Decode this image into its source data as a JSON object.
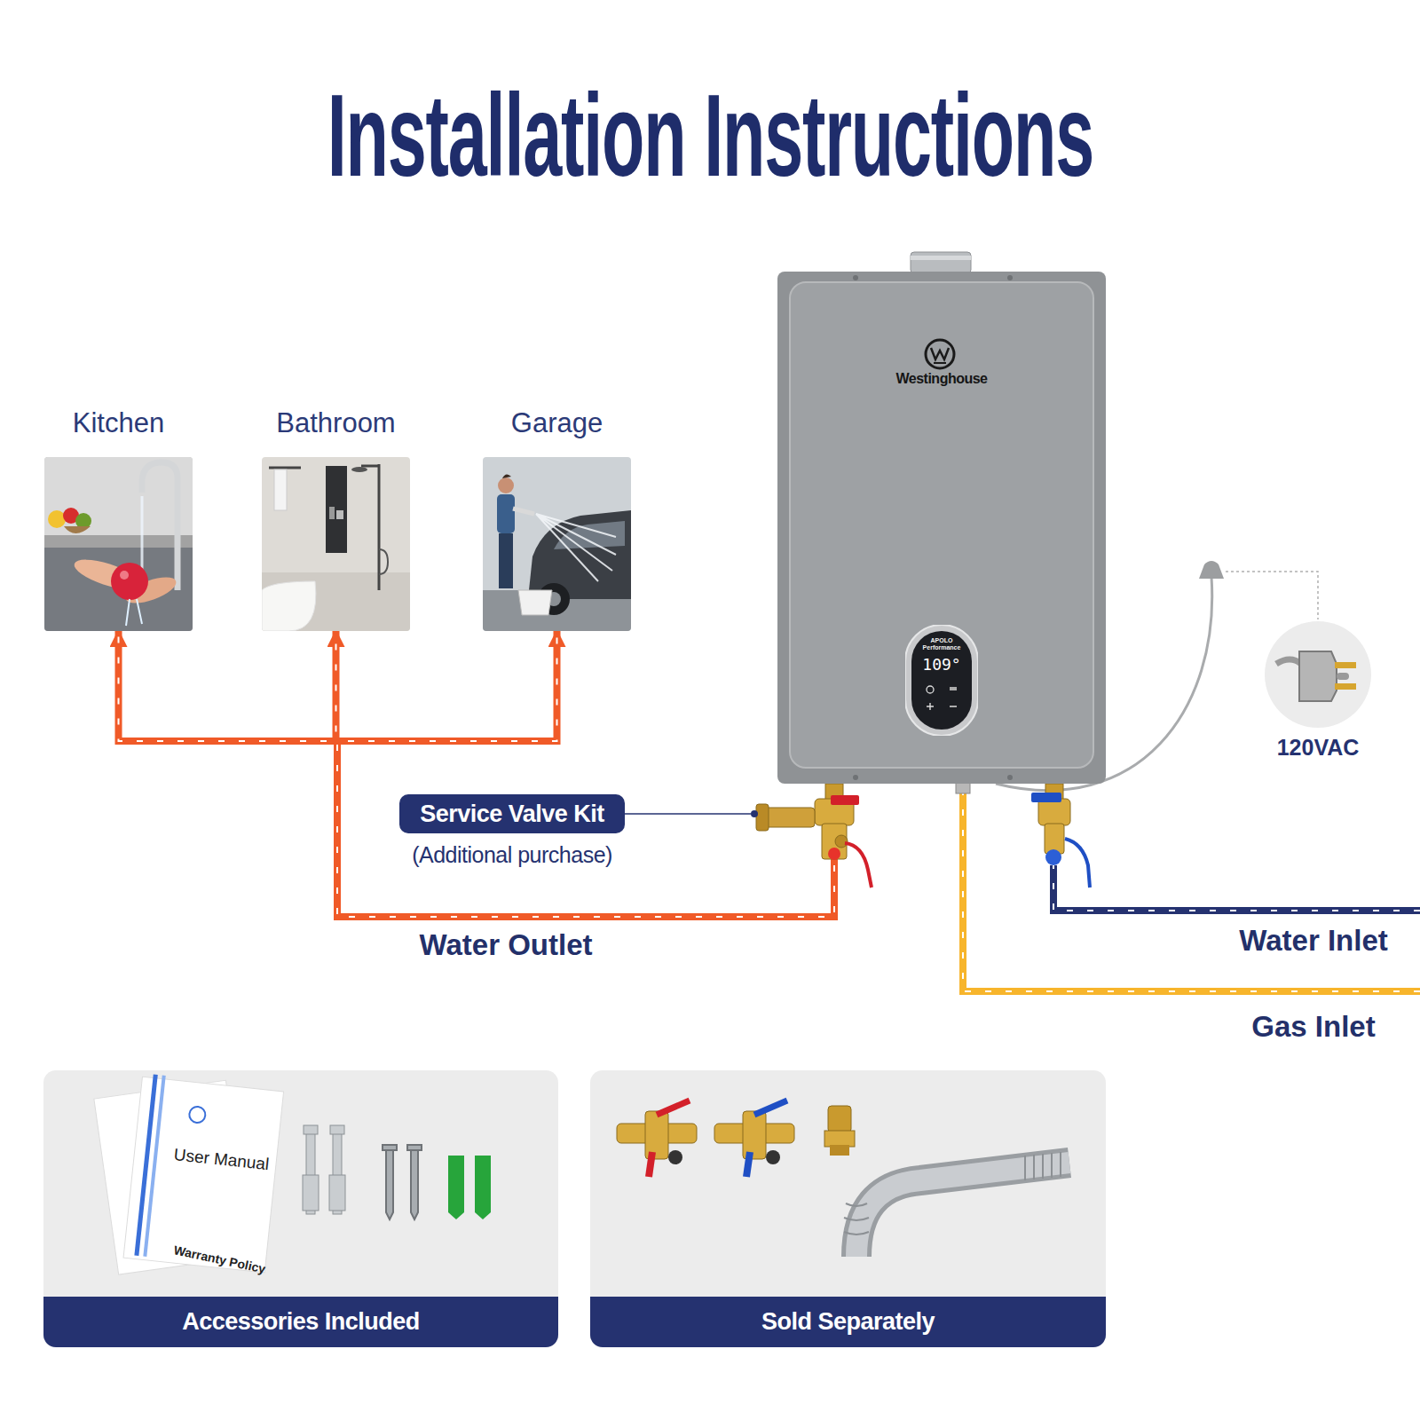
{
  "diagram": {
    "title": "Installation Instructions",
    "nodes": [
      {
        "text": [
          "Kitchen"
        ]
      },
      {
        "text": [
          "Bathroom"
        ]
      },
      {
        "text": [
          "Garage"
        ]
      },
      {
        "text": [
          "Westinghouse"
        ]
      },
      {
        "text": [
          "APOLO Performance",
          "109°"
        ],
        "in": 3
      },
      {
        "text": [
          "Service Valve Kit",
          "(Additional purchase)"
        ]
      },
      {
        "text": [
          "120VAC"
        ]
      },
      {
        "text": [
          "Accessories Included"
        ]
      },
      {
        "text": [
          "Sold Separately"
        ]
      }
    ],
    "edges": [
      {
        "from": 3,
        "to": 0,
        "arrow": "to"
      },
      {
        "from": 3,
        "to": 1,
        "arrow": "to"
      },
      {
        "from": 3,
        "to": 2,
        "arrow": "to"
      },
      {
        "from": 3,
        "to": 6,
        "arrow": "none"
      }
    ],
    "labels": [
      "Water Outlet",
      "Water Inlet",
      "Gas Inlet",
      "User Manual",
      "Warranty Policy"
    ]
  }
}
